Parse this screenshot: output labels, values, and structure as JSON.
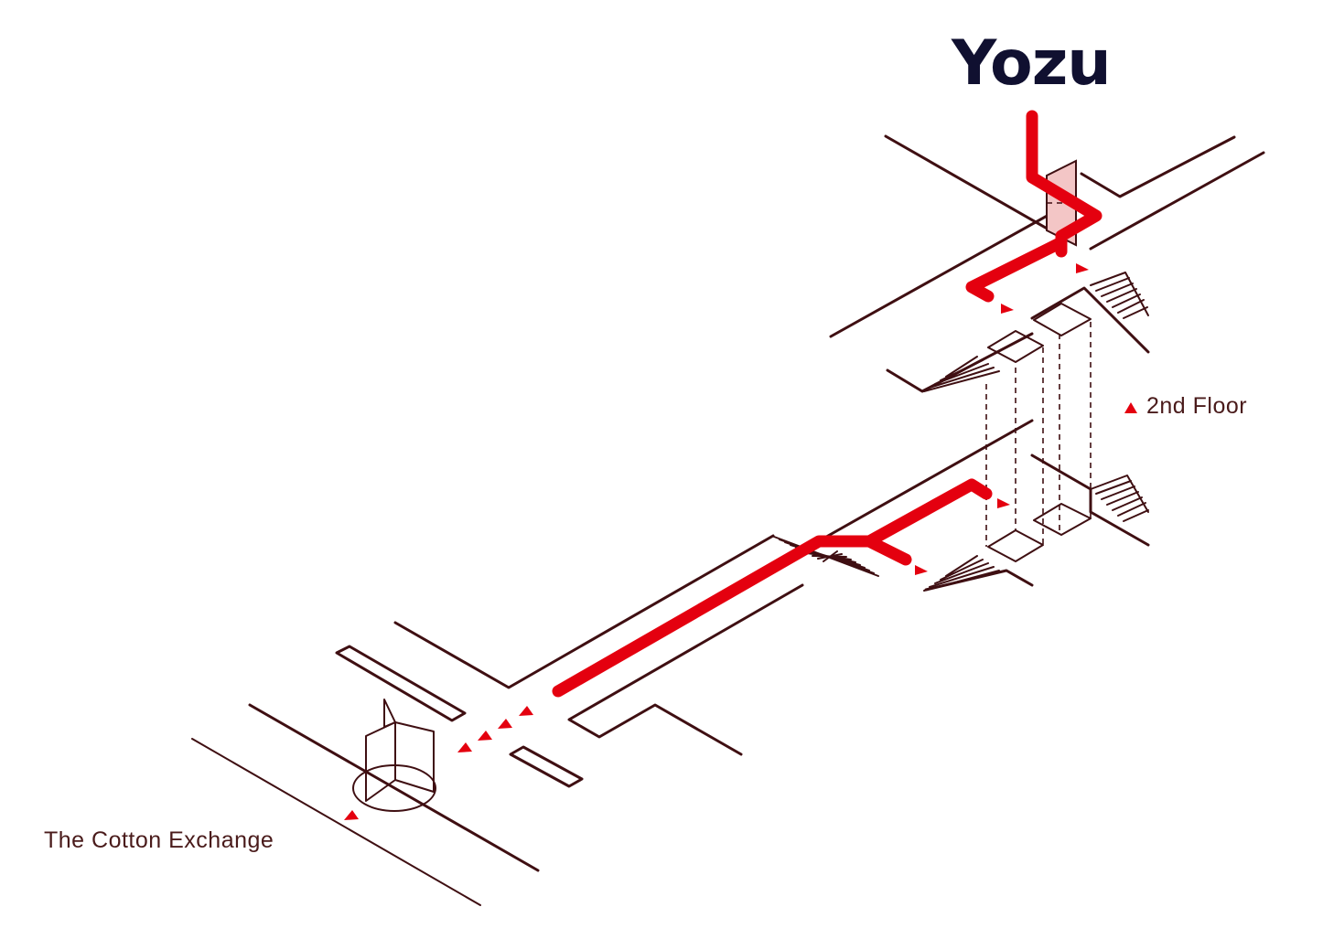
{
  "brand": {
    "logo_text": "Yozu",
    "logo_color": "#101030"
  },
  "labels": {
    "start": "The Cotton Exchange",
    "floor": "2nd Floor"
  },
  "colors": {
    "route": "#e4000f",
    "lines": "#3f0f12",
    "text": "#4a1b1b",
    "door_fill": "#f3c6c6"
  },
  "icons": {
    "direction_marker": "red-triangle-icon",
    "stairs": "staircase-icon"
  }
}
